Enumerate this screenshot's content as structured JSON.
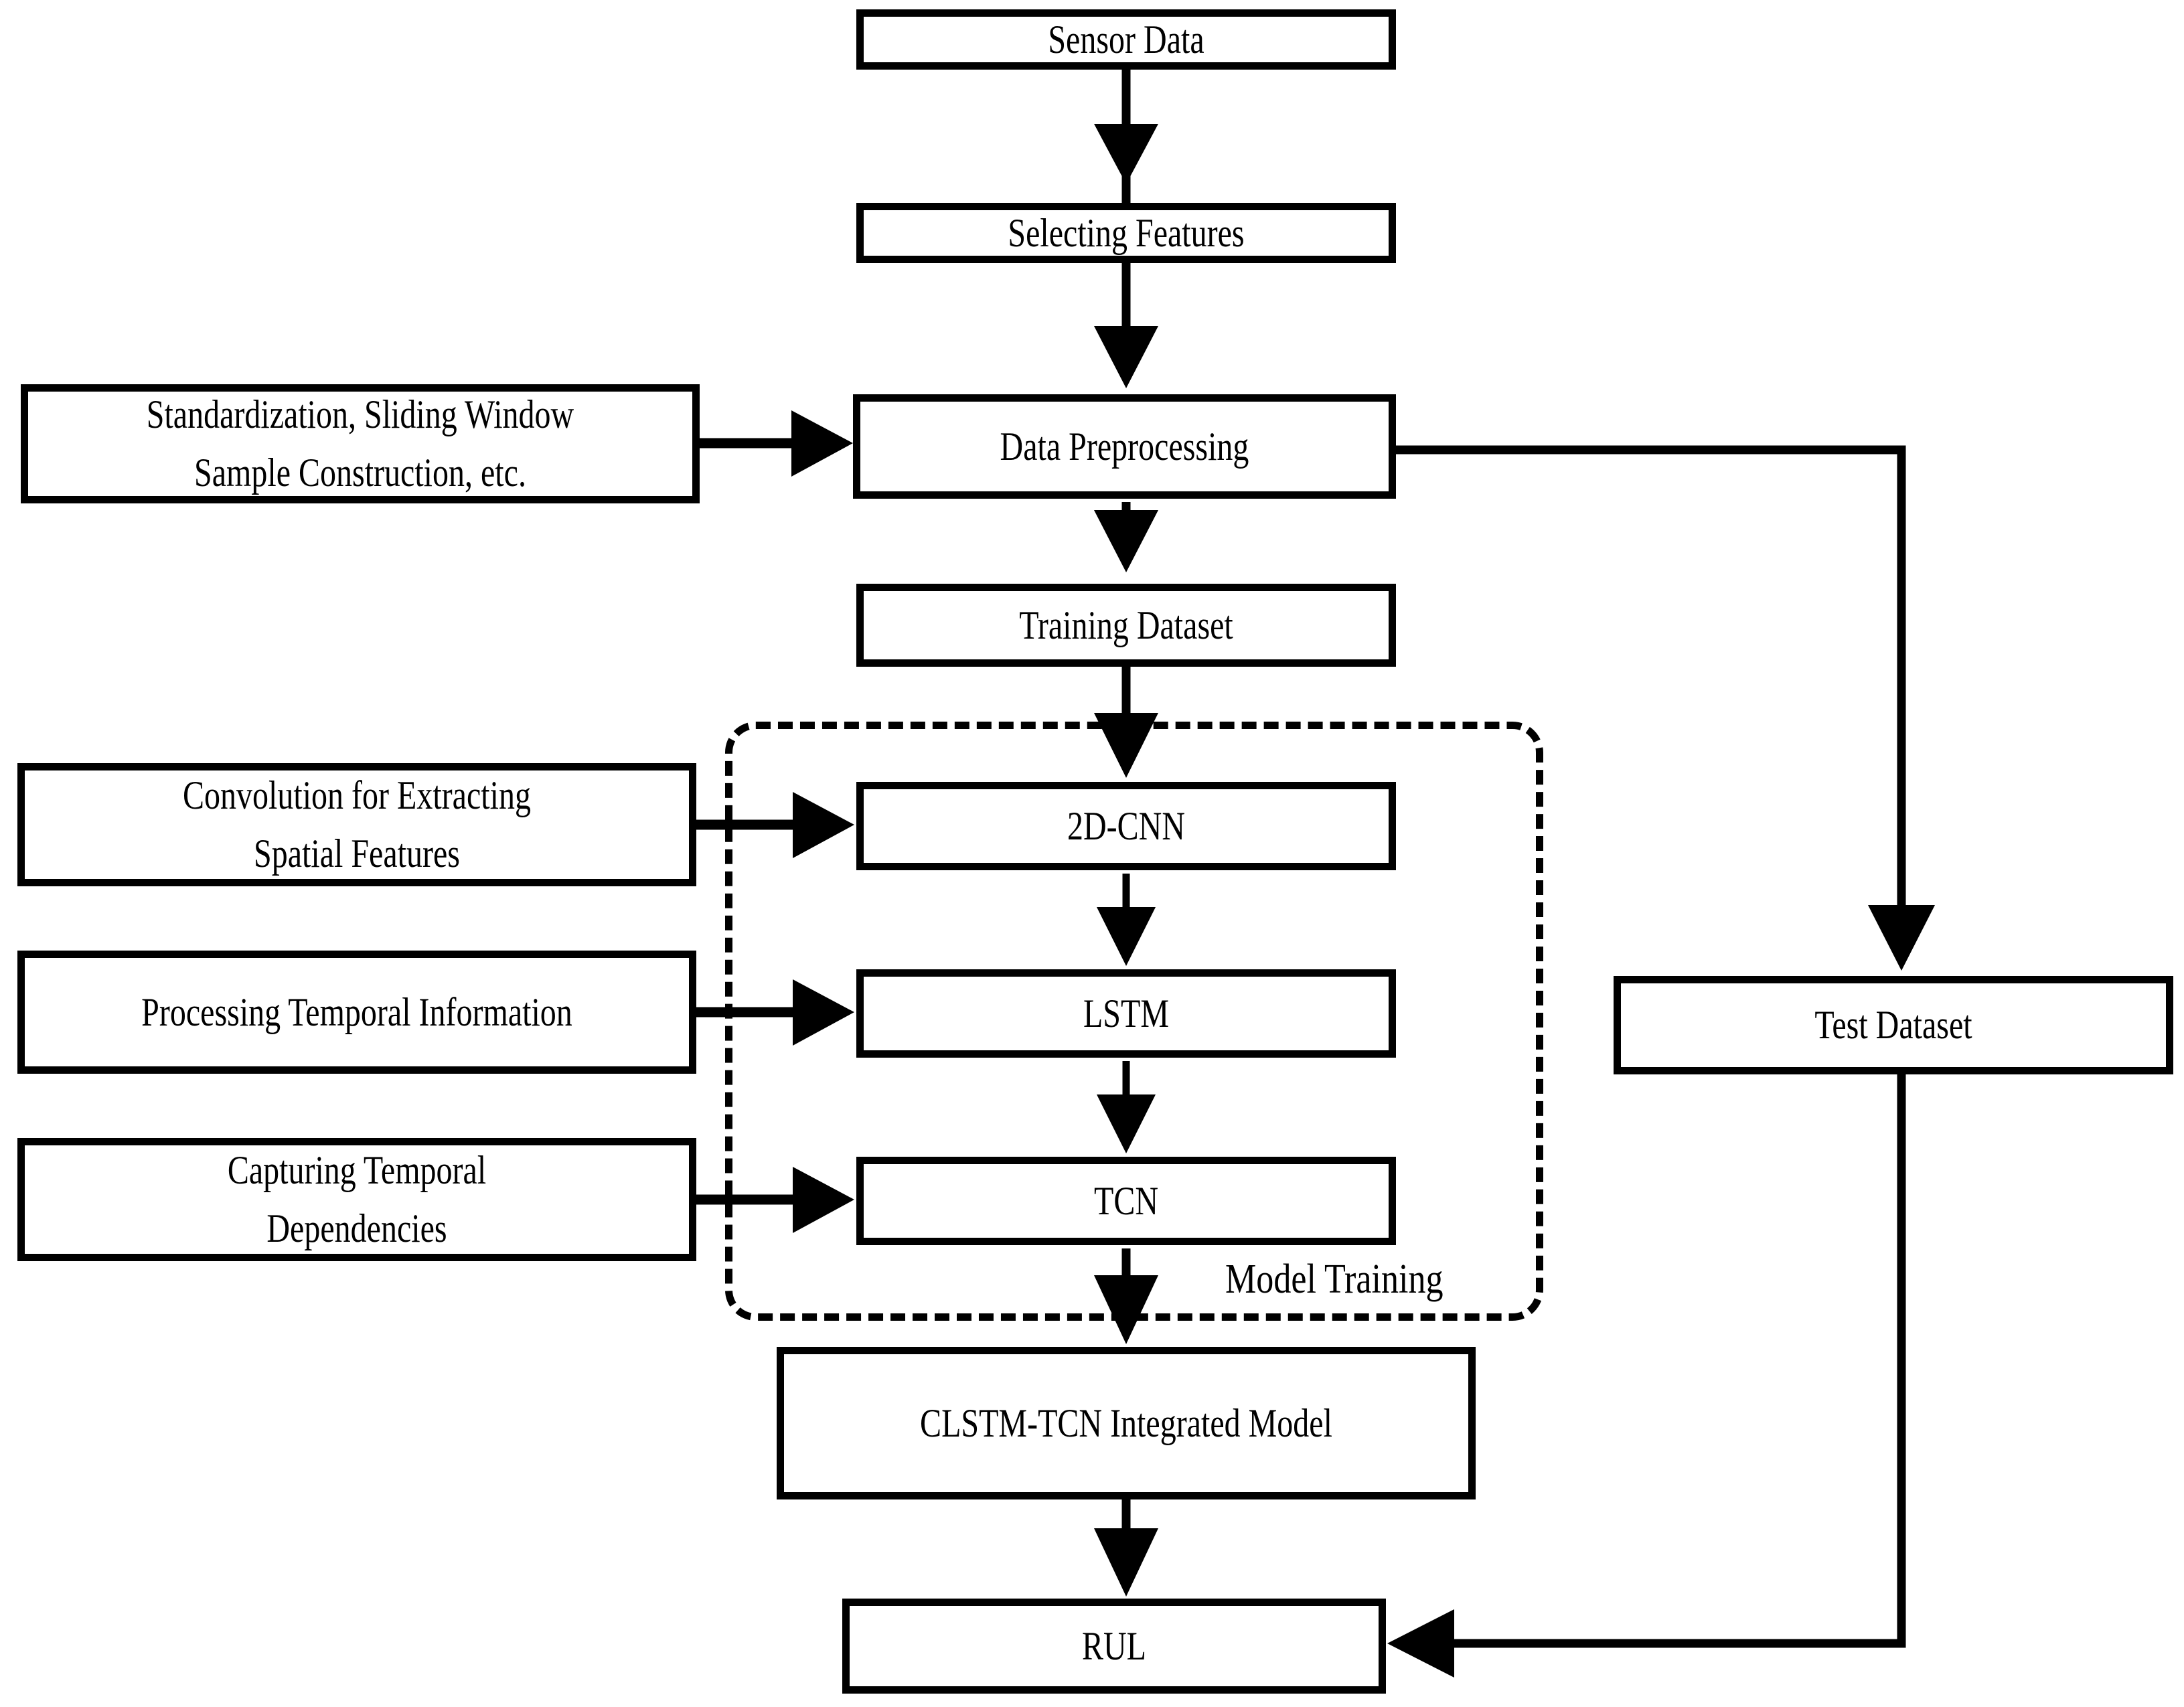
{
  "diagram": {
    "title": "CLSTM-TCN RUL prediction framework flowchart",
    "group_label": "Model Training",
    "colors": {
      "stroke": "#000000",
      "fill": "#ffffff",
      "text": "#000000"
    },
    "nodes": {
      "sensor_data": "Sensor Data",
      "selecting_features": "Selecting Features",
      "preprocess_note": "Standardization, Sliding Window\nSample Construction, etc.",
      "data_preprocessing": "Data Preprocessing",
      "training_dataset": "Training Dataset",
      "test_dataset": "Test Dataset",
      "conv_note": "Convolution for Extracting\nSpatial Features",
      "cnn": "2D-CNN",
      "temporal_note": "Processing Temporal Information",
      "lstm": "LSTM",
      "dependency_note": "Capturing Temporal\nDependencies",
      "tcn": "TCN",
      "integrated_model": "CLSTM-TCN Integrated Model",
      "rul": "RUL"
    },
    "edges": [
      {
        "from": "Sensor Data",
        "to": "Selecting Features",
        "style": "solid-arrow-down"
      },
      {
        "from": "Selecting Features",
        "to": "Data Preprocessing",
        "style": "solid-arrow-down"
      },
      {
        "from": "Standardization, Sliding Window Sample Construction, etc.",
        "to": "Data Preprocessing",
        "style": "solid-arrow-right"
      },
      {
        "from": "Data Preprocessing",
        "to": "Training Dataset",
        "style": "solid-arrow-down"
      },
      {
        "from": "Data Preprocessing",
        "to": "Test Dataset",
        "style": "solid-elbow-right-down"
      },
      {
        "from": "Training Dataset",
        "to": "2D-CNN",
        "style": "solid-arrow-down"
      },
      {
        "from": "Convolution for Extracting Spatial Features",
        "to": "2D-CNN",
        "style": "solid-arrow-right"
      },
      {
        "from": "2D-CNN",
        "to": "LSTM",
        "style": "solid-arrow-down"
      },
      {
        "from": "Processing Temporal Information",
        "to": "LSTM",
        "style": "solid-arrow-right"
      },
      {
        "from": "LSTM",
        "to": "TCN",
        "style": "solid-arrow-down"
      },
      {
        "from": "Capturing Temporal Dependencies",
        "to": "TCN",
        "style": "solid-arrow-right"
      },
      {
        "from": "TCN",
        "to": "CLSTM-TCN Integrated Model",
        "style": "solid-arrow-down"
      },
      {
        "from": "CLSTM-TCN Integrated Model",
        "to": "RUL",
        "style": "solid-arrow-down"
      },
      {
        "from": "Test Dataset",
        "to": "RUL",
        "style": "solid-elbow-down-left"
      }
    ]
  }
}
